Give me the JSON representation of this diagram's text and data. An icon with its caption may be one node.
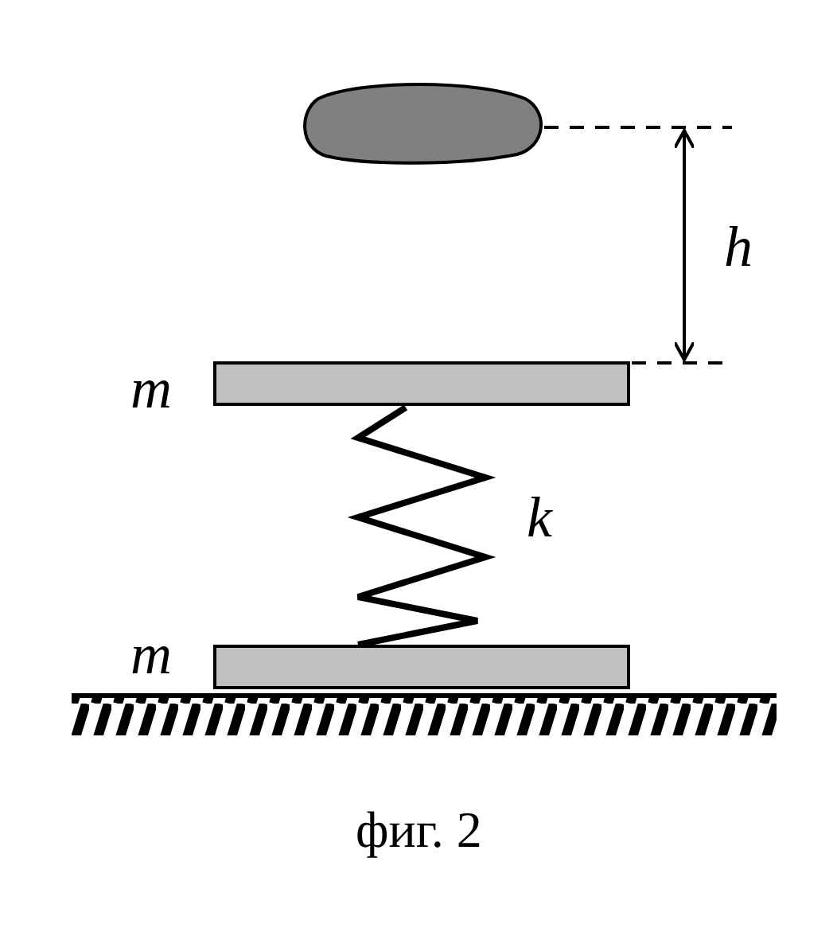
{
  "diagram": {
    "caption": "фиг. 2",
    "labels": [
      "h",
      "m",
      "k",
      "m"
    ]
  }
}
